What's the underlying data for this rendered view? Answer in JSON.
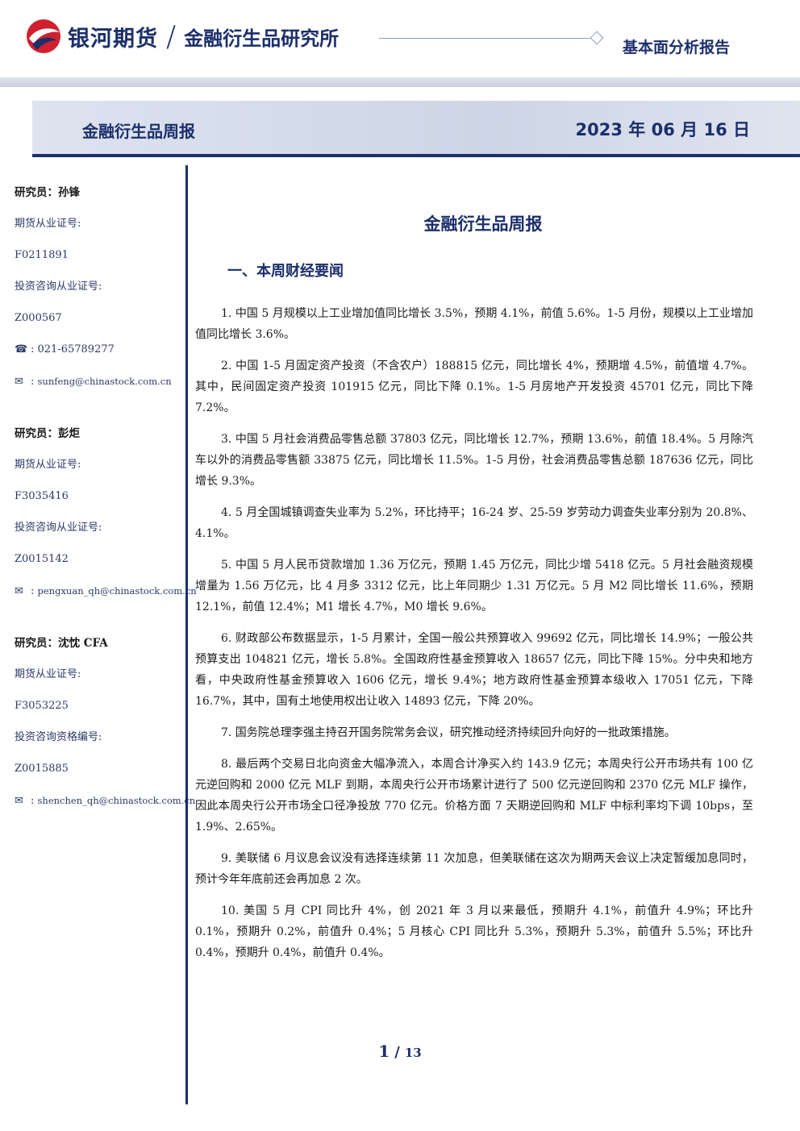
{
  "header": {
    "brand": "银河期货",
    "department": "金融衍生品研究所",
    "report_type": "基本面分析报告",
    "logo_icon": "galaxy-logo-icon"
  },
  "title_bar": {
    "left": "金融衍生品周报",
    "date": "2023 年 06 月 16 日"
  },
  "analysts": [
    {
      "name": "研究员：孙锋",
      "futures_cert_label": "期货从业证号:",
      "futures_cert": "F0211891",
      "advisory_cert_label": "投资咨询从业证号:",
      "advisory_cert": "Z000567",
      "phone": "021-65789277",
      "email": "sunfeng@chinastock.com.cn"
    },
    {
      "name": "研究员：彭炬",
      "futures_cert_label": "期货从业证号:",
      "futures_cert": "F3035416",
      "advisory_cert_label": "投资咨询从业证号:",
      "advisory_cert": "Z0015142",
      "email": "pengxuan_qh@chinastock.com.cn"
    },
    {
      "name": "研究员：沈忱 CFA",
      "futures_cert_label": "期货从业证号:",
      "futures_cert": "F3053225",
      "advisory_cert_label": "投资咨询资格编号:",
      "advisory_cert": "Z0015885",
      "email": "shenchen_qh@chinastock.com.cn"
    }
  ],
  "content": {
    "title": "金融衍生品周报",
    "section": "一、本周财经要闻",
    "paragraphs": [
      "1. 中国 5 月规模以上工业增加值同比增长 3.5%，预期 4.1%，前值 5.6%。1-5 月份，规模以上工业增加值同比增长 3.6%。",
      "2. 中国 1-5 月固定资产投资（不含农户）188815 亿元，同比增长 4%，预期增 4.5%，前值增 4.7%。其中，民间固定资产投资 101915 亿元，同比下降 0.1%。1-5 月房地产开发投资 45701 亿元，同比下降 7.2%。",
      "3. 中国 5 月社会消费品零售总额 37803 亿元，同比增长 12.7%，预期 13.6%，前值 18.4%。5 月除汽车以外的消费品零售额 33875 亿元，同比增长 11.5%。1-5 月份，社会消费品零售总额 187636 亿元，同比增长 9.3%。",
      "4. 5 月全国城镇调查失业率为 5.2%，环比持平；16-24 岁、25-59 岁劳动力调查失业率分别为 20.8%、4.1%。",
      "5. 中国 5 月人民币贷款增加 1.36 万亿元，预期 1.45 万亿元，同比少增 5418 亿元。5 月社会融资规模增量为 1.56 万亿元，比 4 月多 3312 亿元，比上年同期少 1.31 万亿元。5 月 M2 同比增长 11.6%，预期 12.1%，前值 12.4%；M1 增长 4.7%，M0 增长 9.6%。",
      "6. 财政部公布数据显示，1-5 月累计，全国一般公共预算收入 99692 亿元，同比增长 14.9%；一般公共预算支出 104821 亿元，增长 5.8%。全国政府性基金预算收入 18657 亿元，同比下降 15%。分中央和地方看，中央政府性基金预算收入 1606 亿元，增长 9.4%；地方政府性基金预算本级收入 17051 亿元，下降 16.7%，其中，国有土地使用权出让收入 14893 亿元，下降 20%。",
      "7. 国务院总理李强主持召开国务院常务会议，研究推动经济持续回升向好的一批政策措施。",
      "8. 最后两个交易日北向资金大幅净流入，本周合计净买入约 143.9 亿元；本周央行公开市场共有 100 亿元逆回购和 2000 亿元 MLF 到期，本周央行公开市场累计进行了 500 亿元逆回购和 2370 亿元 MLF 操作，因此本周央行公开市场全口径净投放 770 亿元。价格方面 7 天期逆回购和 MLF 中标利率均下调 10bps，至 1.9%、2.65%。",
      "9. 美联储 6 月议息会议没有选择连续第 11 次加息，但美联储在这次为期两天会议上决定暂缓加息同时，预计今年年底前还会再加息 2 次。",
      "10. 美国 5 月 CPI 同比升 4%，创 2021 年 3 月以来最低，预期升 4.1%，前值升 4.9%；环比升 0.1%，预期升 0.2%，前值升 0.4%；5 月核心 CPI 同比升 5.3%，预期升 5.3%，前值升 5.5%；环比升 0.4%，预期升 0.4%，前值升 0.4%。"
    ]
  },
  "page": {
    "current": "1",
    "separator": "/",
    "total": "13"
  },
  "colors": {
    "brand_navy": "#1c2f6b",
    "logo_red": "#d0202e",
    "title_bar_bg": "#d3dae9"
  }
}
